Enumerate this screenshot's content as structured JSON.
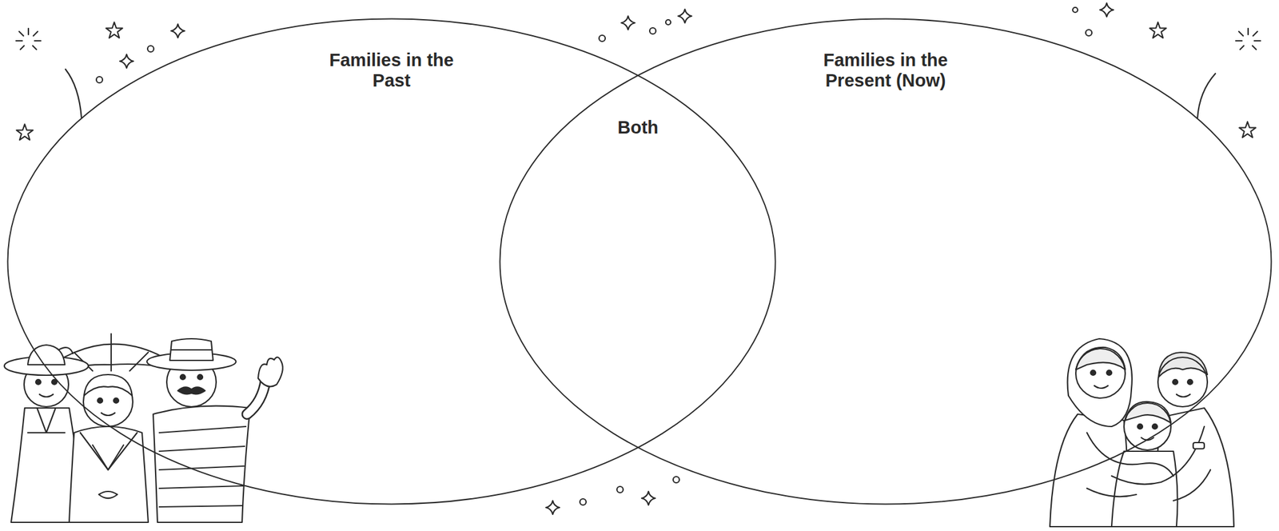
{
  "diagram": {
    "nodes": [
      {
        "text": [
          "Families in the Past"
        ]
      },
      {
        "text": [
          "Families in the Present (Now)"
        ]
      }
    ],
    "labels": [
      "Both"
    ]
  }
}
